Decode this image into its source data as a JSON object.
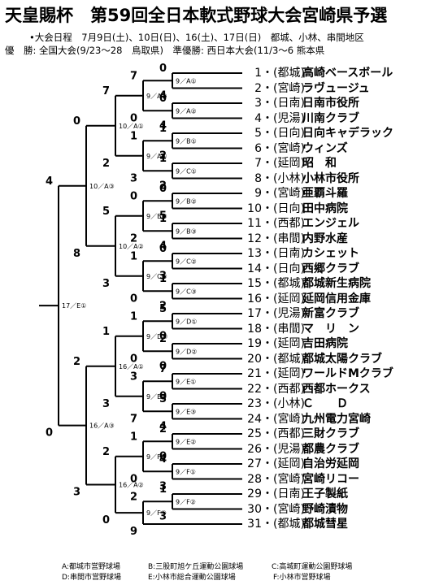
{
  "header": {
    "title": "天皇賜杯　第59回全日本軟式野球大会宮崎県予選",
    "schedule": "•大会日程　7月9日(土)、10日(日)、16(土)、17日(日)　都城、小林、串間地区",
    "award": "優　勝: 全国大会(9/23～28　鳥取県)　準優勝: 西日本大会(11/3～6 熊本県"
  },
  "teams": [
    {
      "seed": "1",
      "pref": "・(都城)",
      "name": "高崎ベースボール"
    },
    {
      "seed": "2",
      "pref": "・(宮崎)",
      "name": "ラヴュージュ"
    },
    {
      "seed": "3",
      "pref": "・(日南)",
      "name": "日南市役所"
    },
    {
      "seed": "4",
      "pref": "・(児湯)",
      "name": "川南クラブ"
    },
    {
      "seed": "5",
      "pref": "・(日向)",
      "name": "日向キャデラック"
    },
    {
      "seed": "6",
      "pref": "・(宮崎)",
      "name": "ウィンズ"
    },
    {
      "seed": "7",
      "pref": "・(延岡)",
      "name": "昭　和"
    },
    {
      "seed": "8",
      "pref": "・(小林)",
      "name": "小林市役所"
    },
    {
      "seed": "9",
      "pref": "・(宮崎)",
      "name": "亜覇斗羅"
    },
    {
      "seed": "10",
      "pref": "・(日向)",
      "name": "田中病院"
    },
    {
      "seed": "11",
      "pref": "・(西都)",
      "name": "エンジェル"
    },
    {
      "seed": "12",
      "pref": "・(串間)",
      "name": "内野水産"
    },
    {
      "seed": "13",
      "pref": "・(日南)",
      "name": "カシェット"
    },
    {
      "seed": "14",
      "pref": "・(日向)",
      "name": "西郷クラブ"
    },
    {
      "seed": "15",
      "pref": "・(都城)",
      "name": "都城新生病院"
    },
    {
      "seed": "16",
      "pref": "・(延岡)",
      "name": "延岡信用金庫"
    },
    {
      "seed": "17",
      "pref": "・(児湯)",
      "name": "新富クラブ"
    },
    {
      "seed": "18",
      "pref": "・(串間)",
      "name": "マ　リ　ン"
    },
    {
      "seed": "19",
      "pref": "・(延岡)",
      "name": "吉田病院"
    },
    {
      "seed": "20",
      "pref": "・(都城)",
      "name": "都城太陽クラブ"
    },
    {
      "seed": "21",
      "pref": "・(延岡)",
      "name": "ワールドMクラブ"
    },
    {
      "seed": "22",
      "pref": "・(西都)",
      "name": "西都ホークス"
    },
    {
      "seed": "23",
      "pref": "・(小林)",
      "name": "Ｃ　　Ｄ"
    },
    {
      "seed": "24",
      "pref": "・(宮崎)",
      "name": "九州電力宮崎"
    },
    {
      "seed": "25",
      "pref": "・(西都)",
      "name": "三財クラブ"
    },
    {
      "seed": "26",
      "pref": "・(児湯)",
      "name": "都農クラブ"
    },
    {
      "seed": "27",
      "pref": "・(延岡)",
      "name": "自治労延岡"
    },
    {
      "seed": "28",
      "pref": "・(宮崎)",
      "name": "宮崎リコー"
    },
    {
      "seed": "29",
      "pref": "・(日南)",
      "name": "王子製紙"
    },
    {
      "seed": "30",
      "pref": "・(宮崎)",
      "name": "野崎漬物"
    },
    {
      "seed": "31",
      "pref": "・(都城)",
      "name": "都城彗星"
    }
  ],
  "matches": [
    {
      "label": "9／A①",
      "scores": [
        "0",
        "4"
      ]
    },
    {
      "label": "9／A②",
      "scores": [
        "0",
        "4"
      ]
    },
    {
      "label": "9／B①",
      "scores": [
        "1",
        "2"
      ]
    },
    {
      "label": "9／C①",
      "scores": [
        "1",
        "2"
      ]
    },
    {
      "label": "9／B②",
      "scores": [
        "0",
        "5"
      ]
    },
    {
      "label": "9／C②",
      "scores": [
        "0",
        "3"
      ]
    },
    {
      "label": "9／B③",
      "scores": [
        "1",
        "4"
      ]
    },
    {
      "label": "9／C③",
      "scores": [
        "1",
        "2"
      ]
    },
    {
      "label": "9／D①",
      "scores": [
        "5",
        "0"
      ]
    },
    {
      "label": "9／D②",
      "scores": [
        "2",
        "0"
      ]
    },
    {
      "label": "9／E①",
      "scores": [
        "7",
        "0"
      ]
    },
    {
      "label": "9／E②",
      "scores": [
        "2",
        "0"
      ]
    },
    {
      "label": "9／E③",
      "scores": [
        "5",
        "4"
      ]
    },
    {
      "label": "9／F①",
      "scores": [
        "4",
        "3"
      ]
    },
    {
      "label": "9／F②",
      "scores": [
        "1",
        "3"
      ]
    },
    {
      "label": "9／F③",
      "scores": [
        "1",
        "0"
      ]
    },
    {
      "label": "9／A③",
      "scores": [
        "7",
        "0"
      ]
    },
    {
      "label": "9／A④",
      "scores": [
        "1",
        "3"
      ]
    },
    {
      "label": "9／B④",
      "scores": [
        "0",
        "2"
      ]
    },
    {
      "label": "9／C④",
      "scores": [
        "1",
        "0"
      ]
    },
    {
      "label": "9／D③",
      "scores": [
        "1",
        "0"
      ]
    },
    {
      "label": "9／E④",
      "scores": [
        "3",
        "7"
      ]
    },
    {
      "label": "9／F④",
      "scores": [
        "2",
        "9"
      ]
    },
    {
      "label": "10／A①",
      "scores": [
        "7",
        "2"
      ]
    },
    {
      "label": "10／A②",
      "scores": [
        "5",
        "3"
      ]
    },
    {
      "label": "16／A①",
      "scores": [
        "1",
        "3"
      ]
    },
    {
      "label": "16／A②",
      "scores": [
        "2",
        "0"
      ]
    },
    {
      "label": "10／A③",
      "scores": [
        "0",
        "8"
      ]
    },
    {
      "label": "16／A③",
      "scores": [
        "2",
        "3"
      ]
    },
    {
      "label": "17／E①",
      "scores": [
        "4",
        "0"
      ]
    }
  ],
  "legend": [
    "A:都城市営野球場",
    "B:三股町旭ケ丘運動公園球場",
    "C:高城町運動公園野球場",
    "D:串間市営野球場",
    "E:小林市総合運動公園球場",
    "F:小林市営野球場"
  ]
}
